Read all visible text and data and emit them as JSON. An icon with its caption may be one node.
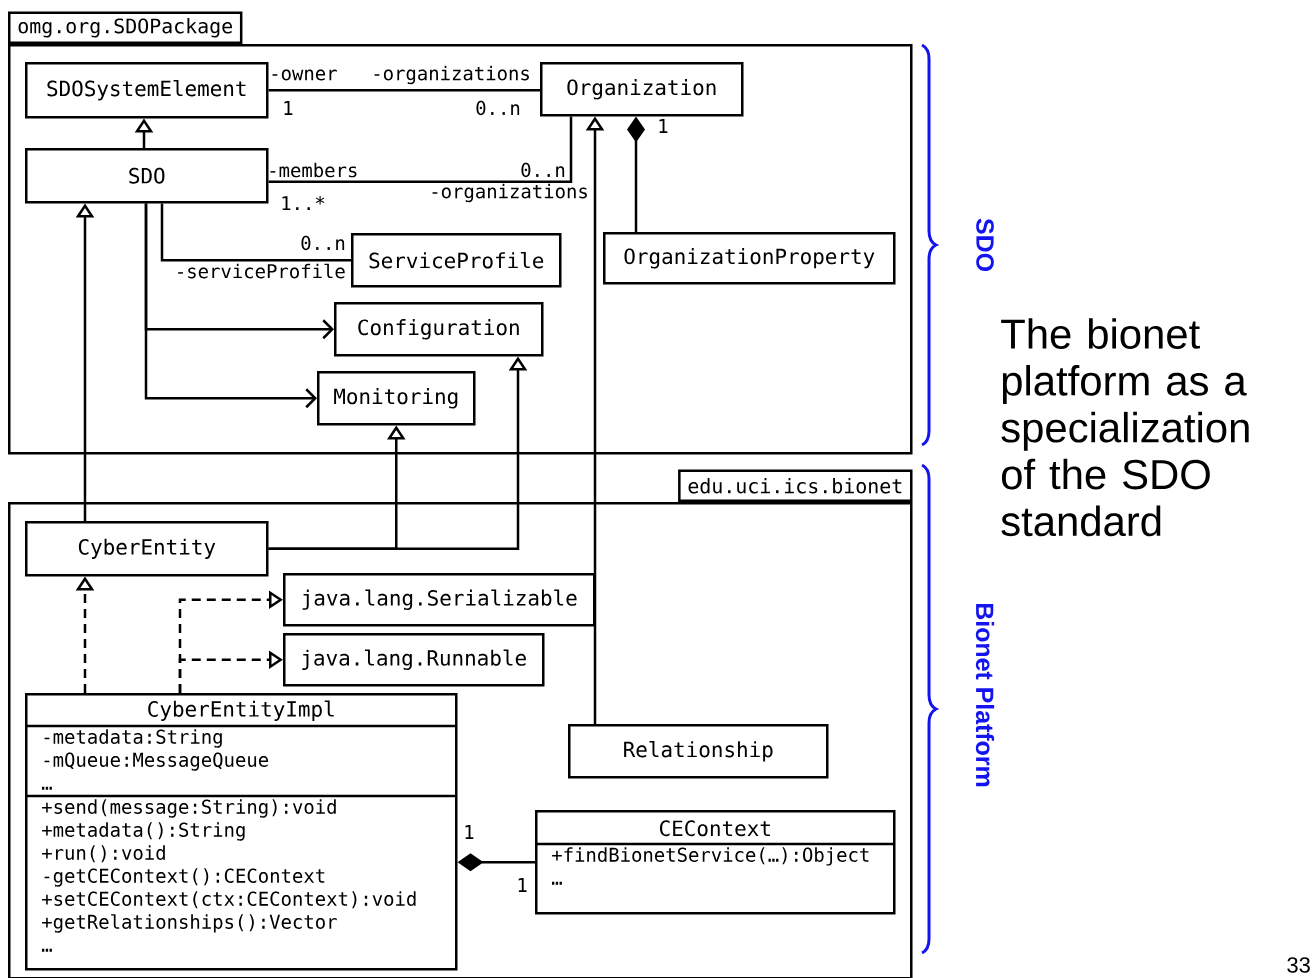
{
  "diagram": {
    "nodes": [
      {
        "text": [
          "omg.org.SDOPackage"
        ]
      },
      {
        "text": [
          "SDOSystemElement"
        ],
        "in": 0
      },
      {
        "text": [
          "Organization"
        ],
        "in": 0
      },
      {
        "text": [
          "SDO"
        ],
        "in": 0
      },
      {
        "text": [
          "ServiceProfile"
        ],
        "in": 0
      },
      {
        "text": [
          "OrganizationProperty"
        ],
        "in": 0
      },
      {
        "text": [
          "Configuration"
        ],
        "in": 0
      },
      {
        "text": [
          "Monitoring"
        ],
        "in": 0
      },
      {
        "text": [
          "edu.uci.ics.bionet"
        ]
      },
      {
        "text": [
          "CyberEntity"
        ],
        "in": 8
      },
      {
        "text": [
          "java.lang.Serializable"
        ],
        "in": 8
      },
      {
        "text": [
          "java.lang.Runnable"
        ],
        "in": 8
      },
      {
        "text": [
          "CyberEntityImpl",
          "-metadata:String",
          "-mQueue:MessageQueue",
          "…",
          "+send(message:String):void",
          "+metadata():String",
          "+run():void",
          "-getCEContext():CEContext",
          "+setCEContext(ctx:CEContext):void",
          "+getRelationships():Vector",
          "…"
        ],
        "in": 8
      },
      {
        "text": [
          "Relationship"
        ],
        "in": 8
      },
      {
        "text": [
          "CEContext",
          "+findBionetService(…):Object",
          "…"
        ],
        "in": 8
      }
    ],
    "edges": [
      {
        "from": 1,
        "to": 2,
        "arrow": "none"
      },
      {
        "from": 3,
        "to": 2,
        "arrow": "none"
      },
      {
        "from": 3,
        "to": 1,
        "arrow": "to"
      },
      {
        "from": 3,
        "to": 4,
        "arrow": "none"
      },
      {
        "from": 3,
        "to": 6,
        "arrow": "to"
      },
      {
        "from": 3,
        "to": 7,
        "arrow": "to"
      },
      {
        "from": 5,
        "to": 2,
        "arrow": "other"
      },
      {
        "from": 9,
        "to": 3,
        "arrow": "to"
      },
      {
        "from": 9,
        "to": 7,
        "arrow": "to"
      },
      {
        "from": 9,
        "to": 6,
        "arrow": "to"
      },
      {
        "from": 13,
        "to": 2,
        "arrow": "to"
      },
      {
        "from": 12,
        "to": 9,
        "arrow": "to",
        "style": "dashed"
      },
      {
        "from": 12,
        "to": 10,
        "arrow": "to",
        "style": "dashed"
      },
      {
        "from": 12,
        "to": 11,
        "arrow": "to",
        "style": "dashed"
      },
      {
        "from": 14,
        "to": 12,
        "arrow": "other"
      }
    ],
    "labels": [
      "-owner",
      "-organizations",
      "1",
      "0..n",
      "-members",
      "0..n",
      "-organizations",
      "1..*",
      "0..n",
      "-serviceProfile",
      "1",
      "1",
      "1",
      "SDO",
      "Bionet Platform",
      "The bionet platform as a specialization of the SDO standard",
      "33"
    ]
  }
}
